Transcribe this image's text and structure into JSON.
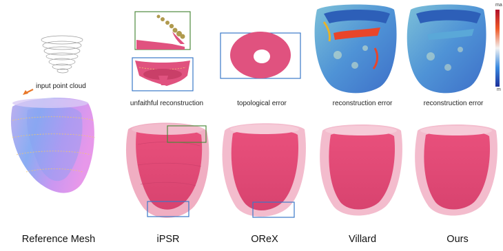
{
  "labels": {
    "input_point_cloud": "input point cloud",
    "captions": [
      {
        "id": "ipsr",
        "text": "unfaithful reconstruction"
      },
      {
        "id": "orex",
        "text": "topological error"
      },
      {
        "id": "villard",
        "text": "reconstruction error"
      },
      {
        "id": "ours",
        "text": "reconstruction error"
      }
    ],
    "methods": [
      "Reference Mesh",
      "iPSR",
      "OReX",
      "Villard",
      "Ours"
    ],
    "colorbar": {
      "max": "ma",
      "min": "m"
    }
  },
  "colors": {
    "heart_pink": "#e0527f",
    "heart_light": "#f3bccd",
    "inset_green": "#4e8a3c",
    "inset_blue": "#3a78c8",
    "arrow_orange": "#e8782a",
    "error_low": "#2a6fd6",
    "error_mid": "#9fd0e6",
    "error_high": "#e8452a"
  }
}
